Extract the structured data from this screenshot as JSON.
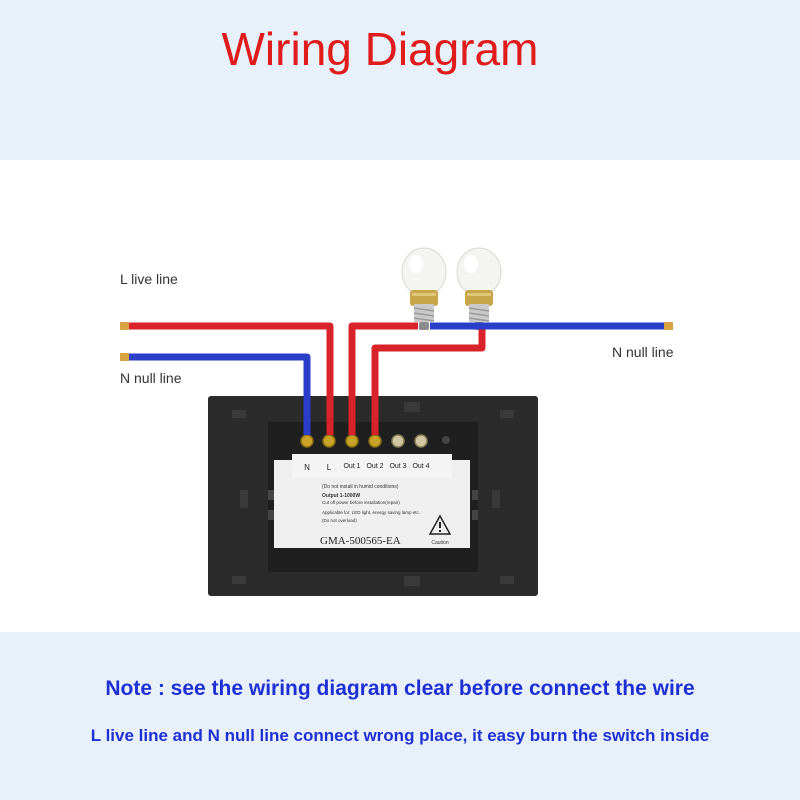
{
  "title": "Wiring Diagram",
  "labels": {
    "l_live_line": "L live line",
    "n_null_line_left": "N null line",
    "n_null_line_right": "N null line"
  },
  "terminals": [
    "N",
    "L",
    "Out 1",
    "Out 2",
    "Out 3",
    "Out 4"
  ],
  "spec_label": {
    "line1": "(Do not install in humid conditions)",
    "line2": "Output 1-1000W",
    "line3": "Cut off power before installation(repair)",
    "line4": "Applicable for: LED light, energy saving lamp etc.",
    "line5": "(Do not overload)",
    "model": "GMA-500565-EA",
    "caution": "Caution"
  },
  "notes": {
    "note1": "Note : see the wiring diagram clear before connect the wire",
    "note2": "L live line and N null line connect wrong place, it easy burn the switch inside"
  },
  "colors": {
    "live_wire": "#d8232a",
    "neutral_wire": "#2a3ec9",
    "title": "#e01b1b",
    "note": "#1f2fd6",
    "switch_body": "#2b2b2b",
    "terminal": "#c9a227"
  }
}
